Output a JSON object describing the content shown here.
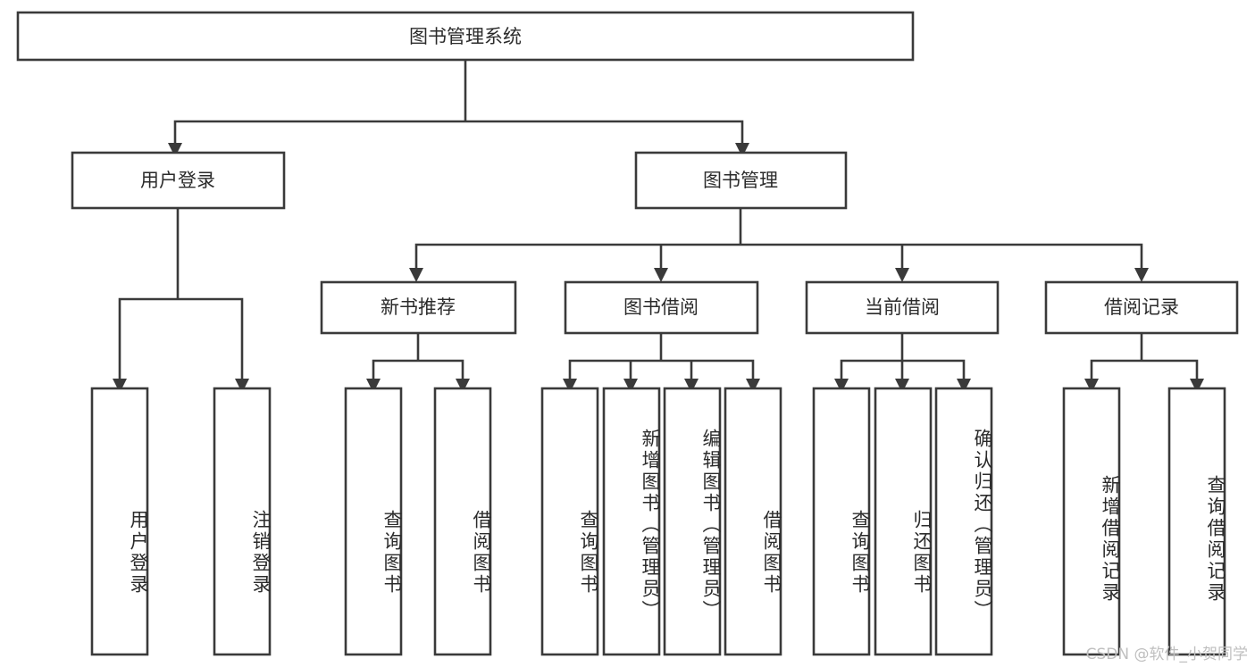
{
  "diagram": {
    "type": "tree-hierarchy",
    "title": "图书管理系统",
    "watermark": "CSDN @软件_小贺同学",
    "colors": {
      "stroke": "#3a3a3a",
      "fill": "#ffffff",
      "text": "#2b2b2b",
      "watermark": "#bfbfbf",
      "background": "#ffffff"
    },
    "root": {
      "label": "图书管理系统"
    },
    "level2": [
      {
        "label": "用户登录"
      },
      {
        "label": "图书管理"
      }
    ],
    "level3": [
      {
        "label": "新书推荐"
      },
      {
        "label": "图书借阅"
      },
      {
        "label": "当前借阅"
      },
      {
        "label": "借阅记录"
      }
    ],
    "leaves": [
      {
        "label": "用户登录",
        "parent": "用户登录"
      },
      {
        "label": "注销登录",
        "parent": "用户登录"
      },
      {
        "label": "查询图书",
        "parent": "新书推荐"
      },
      {
        "label": "借阅图书",
        "parent": "新书推荐"
      },
      {
        "label": "查询图书",
        "parent": "图书借阅"
      },
      {
        "label": "新增图书（管理员）",
        "parent": "图书借阅"
      },
      {
        "label": "编辑图书（管理员）",
        "parent": "图书借阅"
      },
      {
        "label": "借阅图书",
        "parent": "图书借阅"
      },
      {
        "label": "查询图书",
        "parent": "当前借阅"
      },
      {
        "label": "归还图书",
        "parent": "当前借阅"
      },
      {
        "label": "确认归还（管理员）",
        "parent": "当前借阅"
      },
      {
        "label": "新增借阅记录",
        "parent": "借阅记录"
      },
      {
        "label": "查询借阅记录",
        "parent": "借阅记录"
      }
    ]
  }
}
